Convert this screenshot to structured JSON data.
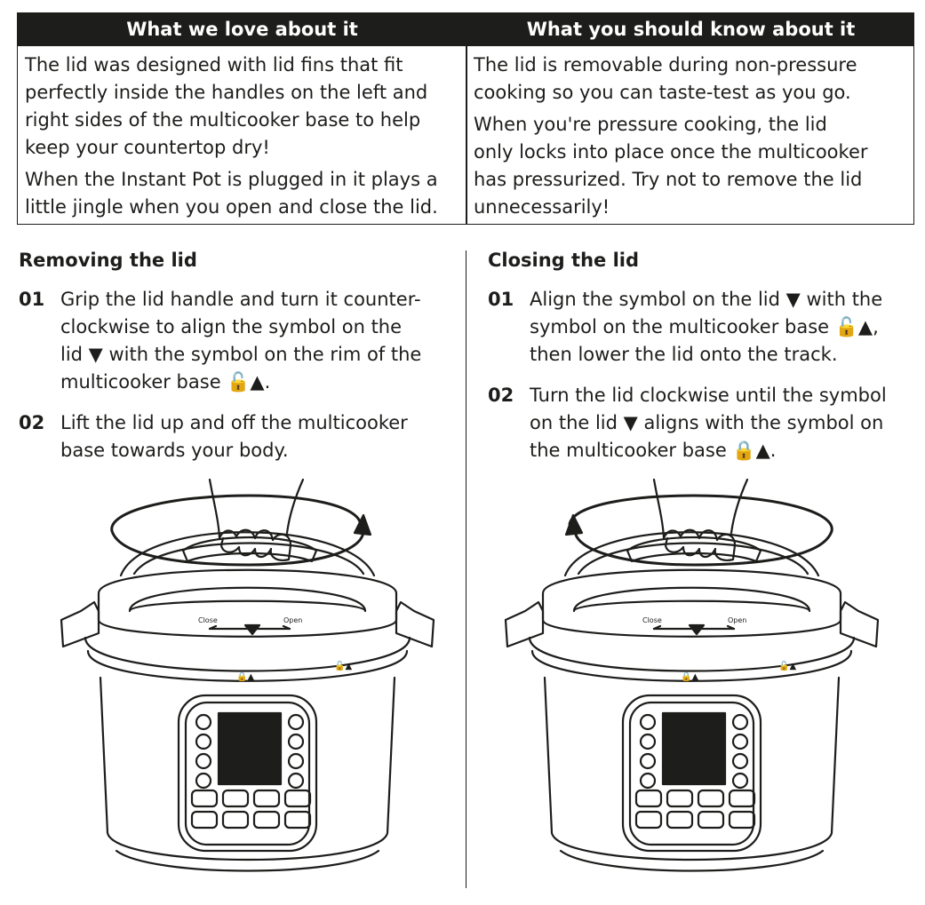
{
  "table": {
    "left_header": "What we love about it",
    "right_header": "What you should know about it",
    "left_paragraphs": [
      [
        "The lid was designed with lid fins that fit",
        "perfectly inside the handles on the left and",
        "right sides of the multicooker base to help",
        "keep your countertop dry!"
      ],
      [
        "When the Instant Pot is plugged in it plays a",
        "little jingle when you open and close the lid."
      ]
    ],
    "right_paragraphs": [
      [
        "The lid is removable during non-pressure",
        "cooking so you can taste-test as you go."
      ],
      [
        "When you're pressure cooking, the lid",
        "only locks into place once the multicooker",
        "has pressurized. Try not to remove the lid",
        "unnecessarily!"
      ]
    ]
  },
  "removing": {
    "title": "Removing the lid",
    "steps": [
      {
        "num": "01",
        "lines": [
          "Grip the lid handle and turn it counter-",
          "clockwise to align the symbol on the",
          "lid ▼ with the symbol on the rim of the",
          "multicooker base 🔓▲."
        ]
      },
      {
        "num": "02",
        "lines": [
          "Lift the lid up and off the multicooker",
          "base towards your body."
        ]
      }
    ]
  },
  "closing": {
    "title": "Closing the lid",
    "steps": [
      {
        "num": "01",
        "lines": [
          "Align the symbol on the lid ▼ with the",
          "symbol on the multicooker base 🔓▲,",
          "then lower the lid onto the track."
        ]
      },
      {
        "num": "02",
        "lines": [
          "Turn the lid clockwise until the symbol",
          "on the lid ▼ aligns with the symbol on",
          "the multicooker base 🔒▲."
        ]
      }
    ]
  },
  "illustration": {
    "close_label": "Close",
    "open_label": "Open",
    "locked_symbol": "🔒▲",
    "unlocked_symbol": "🔓▲"
  },
  "colors": {
    "ink": "#1d1d1b",
    "background": "#ffffff"
  }
}
